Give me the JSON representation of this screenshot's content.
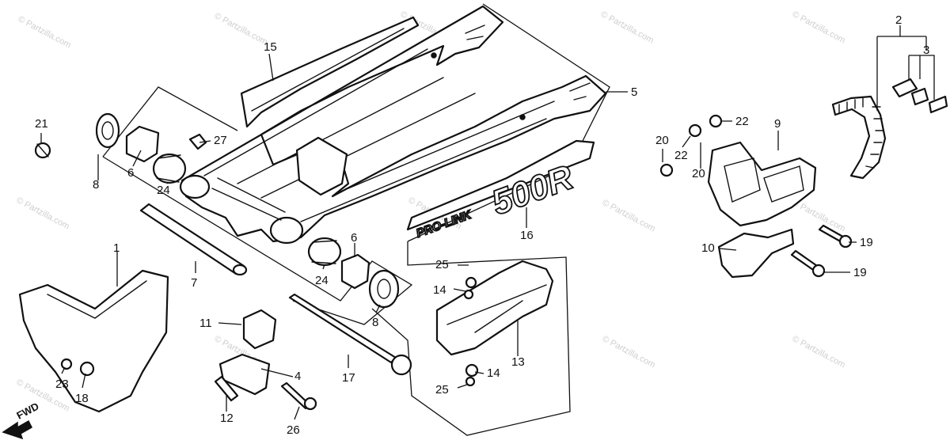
{
  "diagram": {
    "fwd_label": "FWD",
    "decal_main": "500R",
    "decal_prolink": "PRO-LINK",
    "watermark": "© Partzilla.com",
    "accent_color": "#111111",
    "callouts": [
      {
        "id": "c1",
        "label": "1"
      },
      {
        "id": "c2",
        "label": "2"
      },
      {
        "id": "c3",
        "label": "3"
      },
      {
        "id": "c4",
        "label": "4"
      },
      {
        "id": "c5",
        "label": "5"
      },
      {
        "id": "c6a",
        "label": "6"
      },
      {
        "id": "c6b",
        "label": "6"
      },
      {
        "id": "c7",
        "label": "7"
      },
      {
        "id": "c8a",
        "label": "8"
      },
      {
        "id": "c8b",
        "label": "8"
      },
      {
        "id": "c9",
        "label": "9"
      },
      {
        "id": "c10",
        "label": "10"
      },
      {
        "id": "c11",
        "label": "11"
      },
      {
        "id": "c12",
        "label": "12"
      },
      {
        "id": "c13",
        "label": "13"
      },
      {
        "id": "c14a",
        "label": "14"
      },
      {
        "id": "c14b",
        "label": "14"
      },
      {
        "id": "c15",
        "label": "15"
      },
      {
        "id": "c16",
        "label": "16"
      },
      {
        "id": "c17",
        "label": "17"
      },
      {
        "id": "c18",
        "label": "18"
      },
      {
        "id": "c19a",
        "label": "19"
      },
      {
        "id": "c19b",
        "label": "19"
      },
      {
        "id": "c20a",
        "label": "20"
      },
      {
        "id": "c20b",
        "label": "20"
      },
      {
        "id": "c21",
        "label": "21"
      },
      {
        "id": "c22a",
        "label": "22"
      },
      {
        "id": "c22b",
        "label": "22"
      },
      {
        "id": "c23",
        "label": "23"
      },
      {
        "id": "c24a",
        "label": "24"
      },
      {
        "id": "c24b",
        "label": "24"
      },
      {
        "id": "c25a",
        "label": "25"
      },
      {
        "id": "c25b",
        "label": "25"
      },
      {
        "id": "c26",
        "label": "26"
      },
      {
        "id": "c27",
        "label": "27"
      }
    ]
  }
}
